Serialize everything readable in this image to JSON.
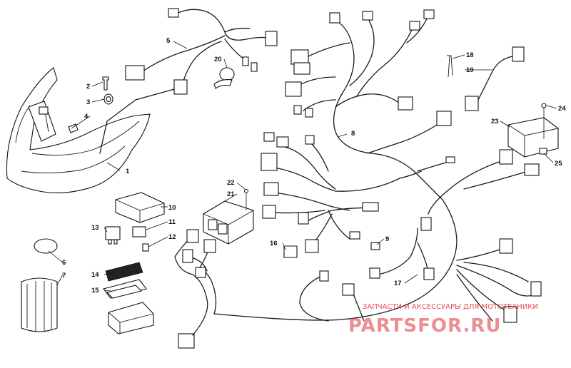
{
  "diagram": {
    "callouts": [
      "1",
      "2",
      "3",
      "4",
      "5",
      "6",
      "7",
      "8",
      "9",
      "10",
      "11",
      "12",
      "13",
      "14",
      "15",
      "16",
      "17",
      "18",
      "19",
      "20",
      "21",
      "22",
      "23",
      "24",
      "25"
    ]
  },
  "watermark": {
    "tagline": "ЗАПЧАСТИ И АКСЕССУАРЫ ДЛЯ МОТОТЕХНИКИ",
    "brand": "PARTSFOR.RU",
    "color": "#e0303a"
  }
}
